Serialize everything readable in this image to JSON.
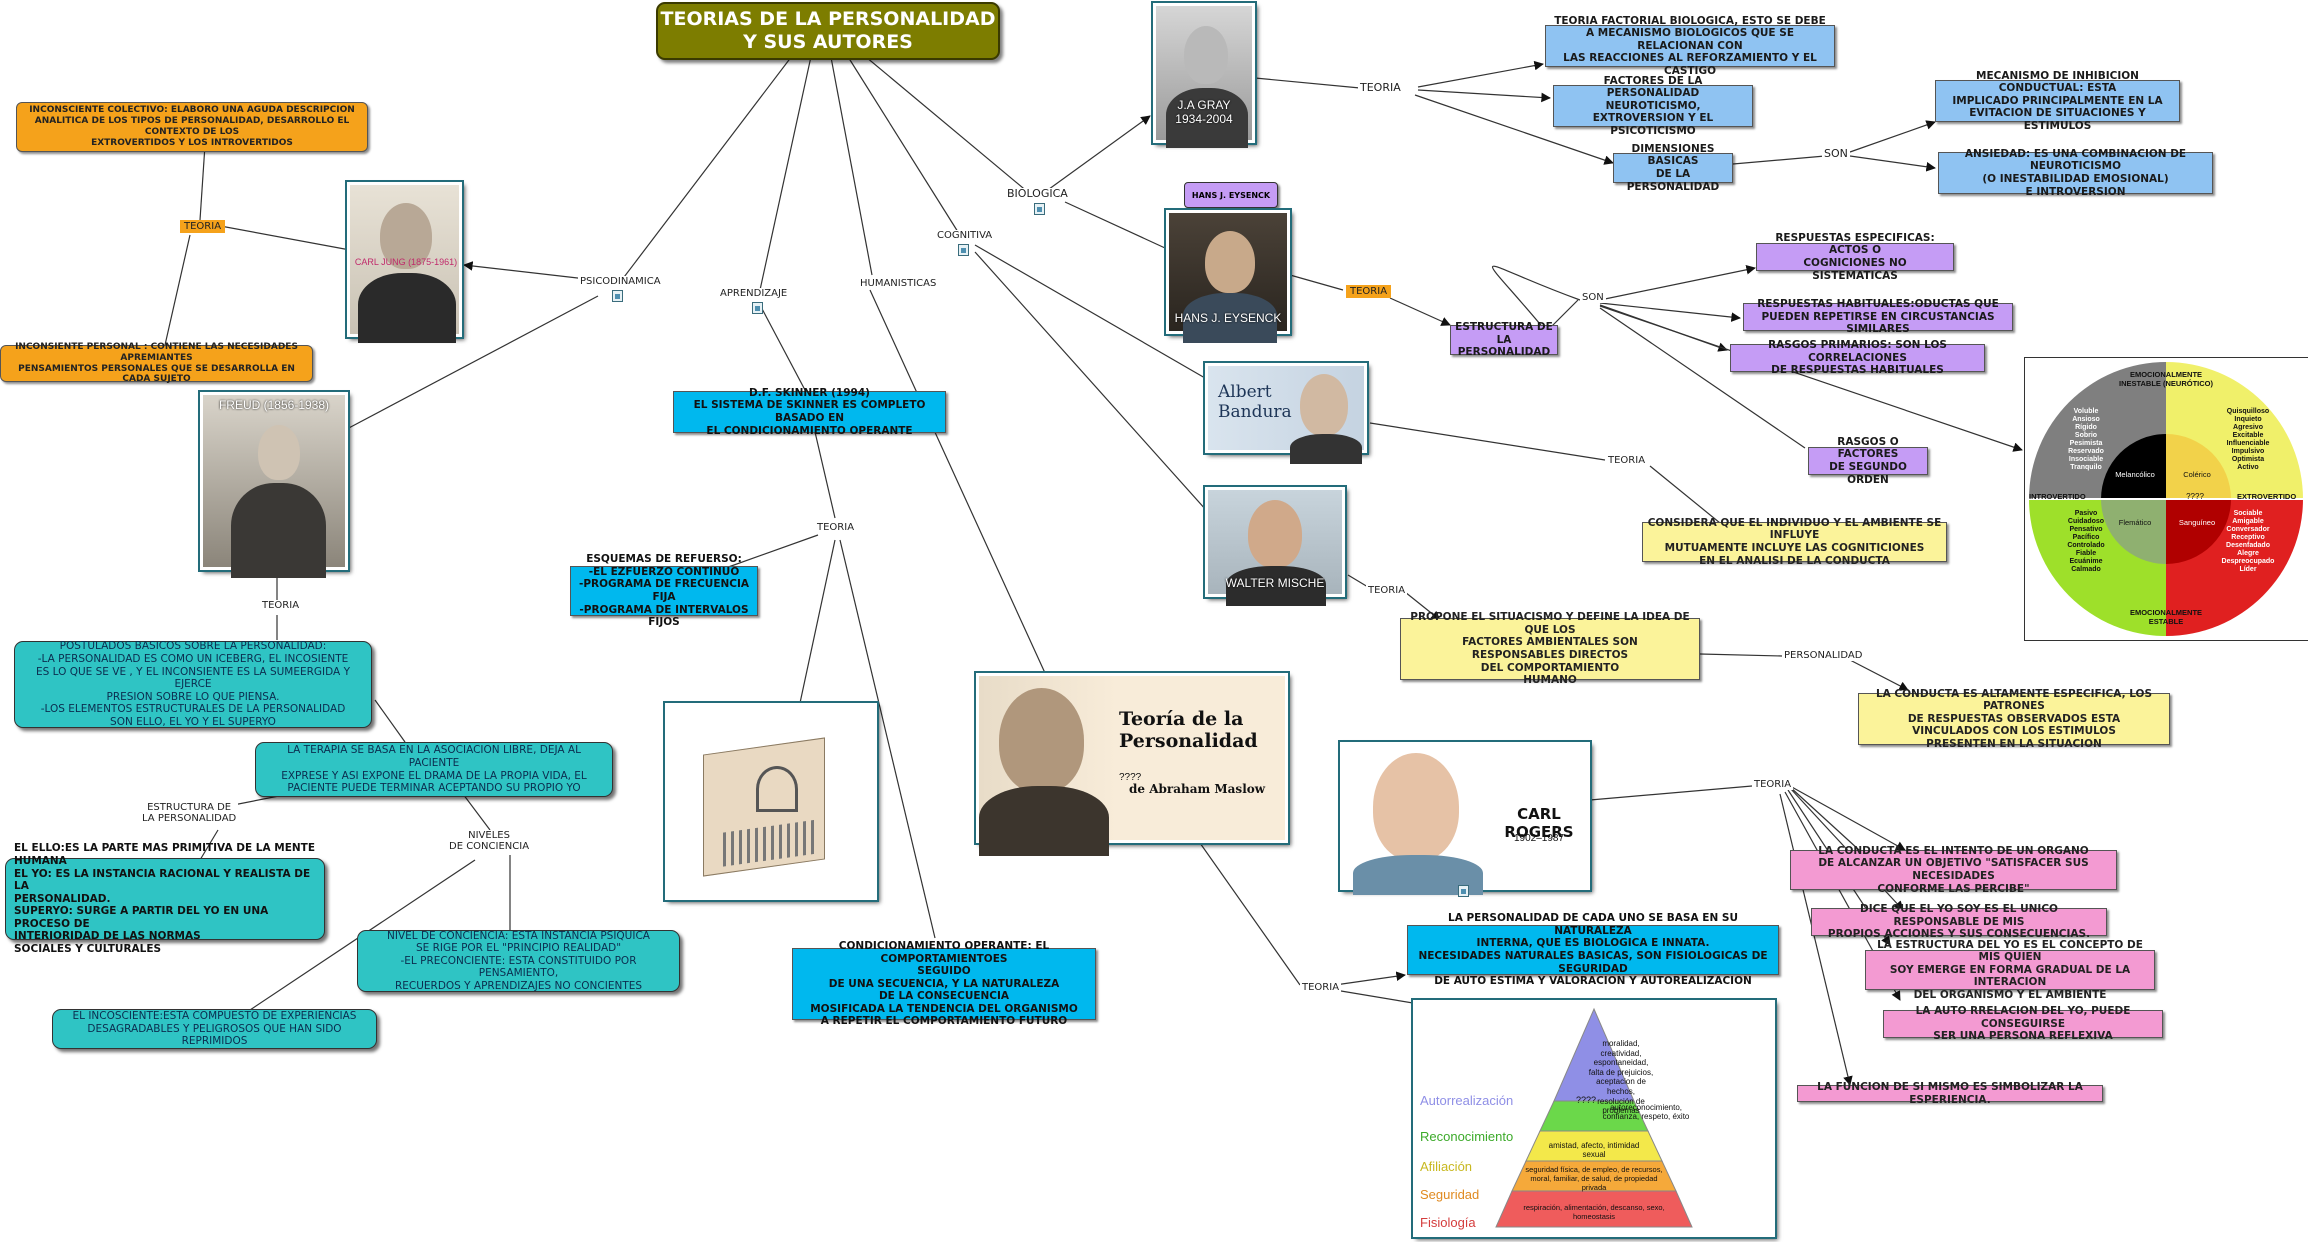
{
  "title": "TEORIAS DE LA PERSONALIDAD\nY SUS AUTORES",
  "branches": {
    "psicodinamica": "PSICODINAMICA",
    "aprendizaje": "APRENDIZAJE",
    "humanisticas": "HUMANISTICAS",
    "cognitiva": "COGNITIVA",
    "biologica": "BIOLOGICA"
  },
  "jung": {
    "caption": "CARL JUNG (1875-1961)",
    "teoria_label": "TEORIA",
    "inconsciente_colectivo": "INCONSCIENTE COLECTIVO: ELABORO UNA AGUDA DESCRIPCION\nANALITICA DE LOS TIPOS DE PERSONALIDAD, DESARROLLO EL CONTEXTO DE LOS\nEXTROVERTIDOS Y LOS INTROVERTIDOS",
    "inconsciente_personal": "INCONSIENTE PERSONAL : CONTIENE LAS NECESIDADES APREMIANTES\nPENSAMIENTOS PERSONALES QUE SE DESARROLLA EN CADA SUJETO"
  },
  "freud": {
    "caption": "FREUD (1856-1938)",
    "teoria_label": "TEORIA",
    "postulados": "POSTULADOS BASICOS SOBRE LA PERSONALIDAD:\n-LA PERSONALIDAD ES COMO UN ICEBERG, EL INCOSIENTE\nES LO QUE SE VE , Y EL INCONSIENTE ES LA SUMEERGIDA Y EJERCE\nPRESION SOBRE LO QUE PIENSA.\n-LOS ELEMENTOS ESTRUCTURALES DE LA PERSONALIDAD\nSON ELLO, EL YO Y EL SUPERYO",
    "terapia": "LA TERAPIA SE BASA EN LA ASOCIACION LIBRE, DEJA AL PACIENTE\nEXPRESE Y ASI EXPONE EL DRAMA DE LA PROPIA VIDA, EL\nPACIENTE PUEDE TERMINAR ACEPTANDO SU PROPIO  YO",
    "estructura_label": "ESTRUCTURA DE\nLA PERSONALIDAD",
    "niveles_label": "NIVELES\nDE CONCIENCIA",
    "ello": "EL ELLO:ES LA PARTE MAS PRIMITIVA DE LA MENTE HUMANA\nEL YO: ES LA INSTANCIA RACIONAL Y REALISTA DE LA\nPERSONALIDAD.\nSUPERYO: SURGE A PARTIR DEL YO EN UNA PROCESO DE\nINTERIORIDAD DE LAS NORMAS\nSOCIALES Y CULTURALES",
    "consciencia": "NIVEL DE CONCIENCIA: ESTA INSTANCIA PSIQUICA\nSE RIGE POR EL \"PRINCIPIO REALIDAD\"\n-EL PRECONCIENTE: ESTA CONSTITUIDO POR PENSAMIENTO,\nRECUERDOS Y APRENDIZAJES NO CONCIENTES",
    "inconsciente": "EL INCOSCIENTE:ESTA COMPUESTO DE EXPERIENCIAS\nDESAGRADABLES Y PELIGROSOS QUE HAN SIDO REPRIMIDOS"
  },
  "skinner": {
    "box": "D.F. SKINNER (1994)\nEL SISTEMA DE SKINNER ES COMPLETO BASADO EN\nEL CONDICIONAMIENTO OPERANTE",
    "teoria_label": "TEORIA",
    "esquemas": "ESQUEMAS DE REFUERSO:\n-EL EZFUERZO CONTINUO\n-PROGRAMA DE FRECUENCIA FIJA\n-PROGRAMA DE INTERVALOS FIJOS",
    "condicionamiento": "CONDICIONAMIENTO OPERANTE: EL COMPORTAMIENTOES\nSEGUIDO\nDE UNA SECUENCIA, Y LA NATURALEZA\nDE LA CONSECUENCIA\nMOSIFICADA LA TENDENCIA DEL ORGANISMO\nA REPETIR EL COMPORTAMIENTO FUTURO"
  },
  "maslow": {
    "title": "Teoría de la\nPersonalidad",
    "subtitle": "de Abraham Maslow",
    "unknown": "????",
    "teoria_label": "TEORIA",
    "box": "LA PERSONALIDAD DE CADA UNO SE BASA EN SU NATURALEZA\nINTERNA, QUE ES BIOLOGICA E INNATA.\nNECESIDADES NATURALES BASICAS, SON FISIOLOGICAS DE SEGURIDAD\nDE AUTO ESTIMA Y VALORACION Y AUTOREALIZACION",
    "pyramid": [
      {
        "level": "Autorrealización",
        "text": "moralidad,\ncreatividad,\nespontaneidad,\nfalta de prejuicios,\naceptacion de hechos,\nresolución de problemas",
        "color": "#8f8fe6"
      },
      {
        "level": "Reconocimiento",
        "text": "autoreconocimiento,\nconfianza, respeto, éxito",
        "color": "#6bd84a"
      },
      {
        "level": "Afiliación",
        "text": "amistad, afecto, intimidad sexual",
        "color": "#f3e84a"
      },
      {
        "level": "Seguridad",
        "text": "seguridad física, de empleo, de recursos,\nmoral, familiar, de salud, de propiedad privada",
        "color": "#f5a93a"
      },
      {
        "level": "Fisiología",
        "text": "respiración, alimentación, descanso, sexo, homeostasis",
        "color": "#ef5c5c"
      }
    ],
    "pyramid_unknown": "????"
  },
  "gray": {
    "caption": "J.A GRAY\n1934-2004",
    "teoria_label": "TEORIA",
    "factorial": "TEORIA FACTORIAL BIOLOGICA, ESTO SE DEBE\nA MECANISMO BIOLOGICOS QUE SE RELACIONAN CON\nLAS REACCIONES AL REFORZAMIENTO Y EL CASTIGO",
    "factores": "FACTORES DE LA PERSONALIDAD\nNEUROTICISMO, EXTROVERSION Y EL\nPSICOTICISMO",
    "dimensiones": "DIMENSIONES BASICAS\nDE LA PERSONALIDAD",
    "son_label": "SON",
    "inhibicion": "MECANISMO DE INHIBICION CONDUCTUAL: ESTA\nIMPLICADO PRINCIPALMENTE EN LA\nEVITACION DE SITUACIONES Y ESTIMULOS",
    "ansiedad": "ANSIEDAD: ES UNA COMBINACION DE NEUROTICISMO\n(O INESTABILIDAD EMOSIONAL)\nE INTROVERSION"
  },
  "eysenck": {
    "tag": "HANS J. EYSENCK",
    "caption": "HANS J. EYSENCK",
    "teoria_label": "TEORIA",
    "estructura": "ESTRUCTURA DE LA\nPERSONALIDAD",
    "son_label": "SON",
    "especificas": "RESPUESTAS ESPECIFICAS: ACTOS O\nCOGNICIONES NO SISTEMATICAS",
    "habituales": "RESPUESTAS HABITUALES:ODUCTAS QUE\nPUEDEN REPETIRSE EN CIRCUSTANCIAS SIMILARES",
    "primarios": "RASGOS PRIMARIOS: SON LOS CORRELACIONES\nDE RESPUESTAS HABITUALES",
    "segundo": "RASGOS O FACTORES\nDE SEGUNDO ORDEN"
  },
  "bandura": {
    "name": "Albert\nBandura",
    "teoria_label": "TEORIA",
    "box": "CONSIDERA QUE EL INDIVIDUO Y EL AMBIENTE SE INFLUYE\nMUTUAMENTE INCLUYE LAS COGNITICIONES\nEN EL ANALISI DE LA CONDUCTA"
  },
  "mischel": {
    "caption": "WALTER MISCHE",
    "teoria_label": "TEORIA",
    "box": "PROPONE EL SITUACISMO Y DEFINE LA IDEA DE QUE LOS\nFACTORES AMBIENTALES SON\nRESPONSABLES DIRECTOS\nDEL COMPORTAMIENTO\nHUMANO",
    "personalidad_label": "PERSONALIDAD",
    "conducta": "LA CONDUCTA ES ALTAMENTE ESPECIFICA, LOS PATRONES\nDE RESPUESTAS OBSERVADOS ESTA\nVINCULADOS CON LOS ESTIMULOS\nPRESENTEN EN LA SITUACION"
  },
  "rogers": {
    "name": "CARL ROGERS",
    "years": "1902–1987",
    "teoria_label": "TEORIA",
    "items": [
      "LA CONDUCTA ES EL INTENTO DE UN ORGANO\nDE ALCANZAR UN OBJETIVO \"SATISFACER  SUS NECESIDADES\nCONFORME  LAS PERCIBE\"",
      "DICE QUE EL YO SOY ES EL UNICO RESPONSABLE DE MIS\nPROPIOS ACCIONES Y SUS CONSECUENCIAS.",
      "LA ESTRUCTURA DEL YO ES EL CONCEPTO DE MIS QUIEN\nSOY EMERGE EN FORMA GRADUAL DE LA INTERACION\nDEL ORGANISMO Y EL AMBIENTE",
      "LA AUTO RRELACION DEL YO, PUEDE CONSEGUIRSE\nSER UNA PERSONA REFLEXIVA",
      "LA FUNCION DE SI MISMO ES SIMBOLIZAR LA ESPERIENCIA."
    ]
  },
  "temperament": {
    "top": "EMOCIONALMENTE\nINESTABLE (NEURÓTICO)",
    "bottom": "EMOCIONALMENTE\nESTABLE",
    "left": "INTROVERTIDO",
    "right": "EXTROVERTIDO",
    "melancolico": "Melancólico",
    "colerico": "Colérico",
    "flematico": "Flemático",
    "sanguineo": "Sanguíneo",
    "unknown": "????",
    "tl_traits": "Voluble\nAnsioso\nRígido\nSobrio\nPesimista\nReservado\nInsociable\nTranquilo",
    "tr_traits": "Quisquilloso\nInquieto\nAgresivo\nExcitable\nInfluenciable\nImpulsivo\nOptimista\nActivo",
    "bl_traits": "Pasivo\nCuidadoso\nPensativo\nPacífico\nControlado\nFiable\nEcuánime\nCalmado",
    "br_traits": "Sociable\nAmigable\nConversador\nReceptivo\nDesenfadado\nAlegre\nDespreocupado\nLíder"
  },
  "colors": {
    "teal": "#2fc4c4",
    "blue": "#8fc3f2",
    "cyan": "#00b8ee",
    "purple": "#c59cf5",
    "yellow": "#fbf39a",
    "pink": "#f39ad2",
    "orange": "#f5a21b",
    "title": "#7d7d00"
  }
}
